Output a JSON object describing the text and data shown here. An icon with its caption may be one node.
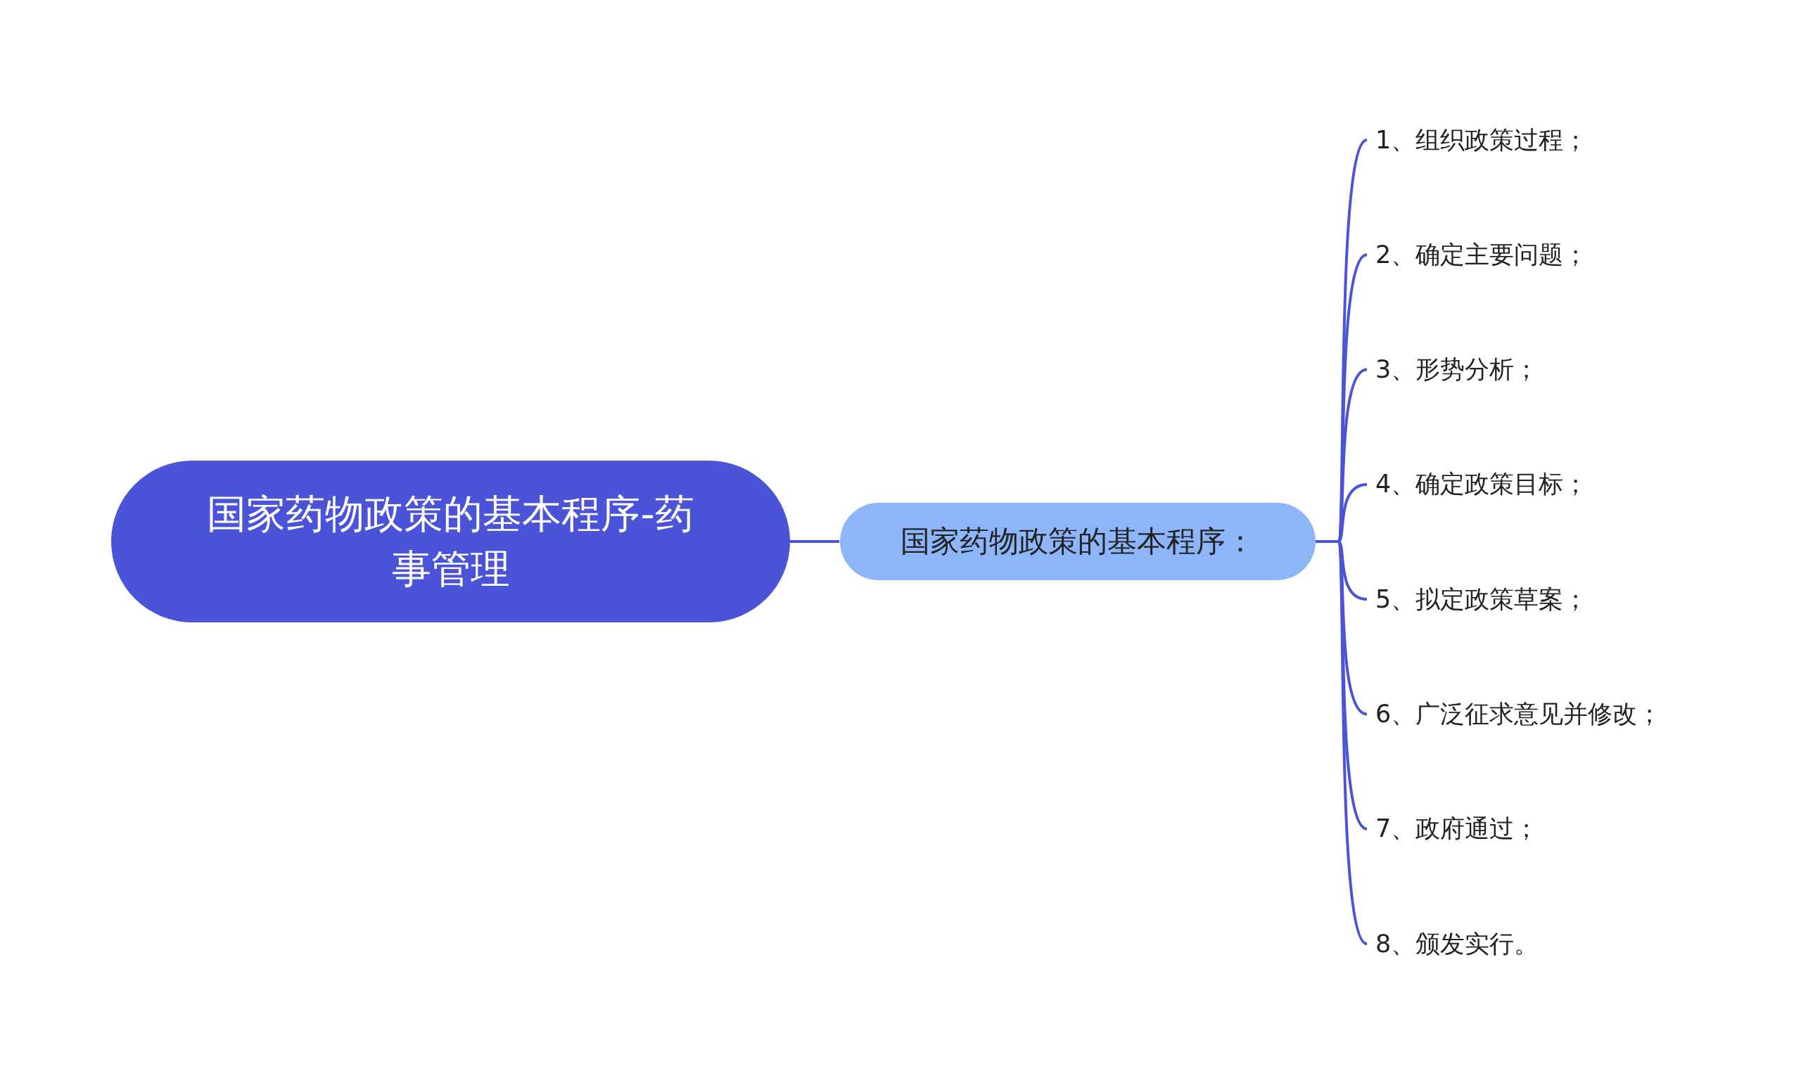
{
  "diagram": {
    "nodes": [
      {
        "text": [
          "国家药物政策的基本程序-药事管理"
        ]
      },
      {
        "text": [
          "国家药物政策的基本程序："
        ]
      },
      {
        "text": [
          "1、组织政策过程；"
        ]
      },
      {
        "text": [
          "2、确定主要问题；"
        ]
      },
      {
        "text": [
          "3、形势分析；"
        ]
      },
      {
        "text": [
          "4、确定政策目标；"
        ]
      },
      {
        "text": [
          "5、拟定政策草案；"
        ]
      },
      {
        "text": [
          "6、广泛征求意见并修改；"
        ]
      },
      {
        "text": [
          "7、政府通过；"
        ]
      },
      {
        "text": [
          "8、颁发实行。"
        ]
      }
    ],
    "edges": [
      {
        "from": 0,
        "to": 1,
        "arrow": "none"
      },
      {
        "from": 1,
        "to": 2,
        "arrow": "none"
      },
      {
        "from": 1,
        "to": 3,
        "arrow": "none"
      },
      {
        "from": 1,
        "to": 4,
        "arrow": "none"
      },
      {
        "from": 1,
        "to": 5,
        "arrow": "none"
      },
      {
        "from": 1,
        "to": 6,
        "arrow": "none"
      },
      {
        "from": 1,
        "to": 7,
        "arrow": "none"
      },
      {
        "from": 1,
        "to": 8,
        "arrow": "none"
      },
      {
        "from": 1,
        "to": 9,
        "arrow": "none"
      }
    ]
  }
}
